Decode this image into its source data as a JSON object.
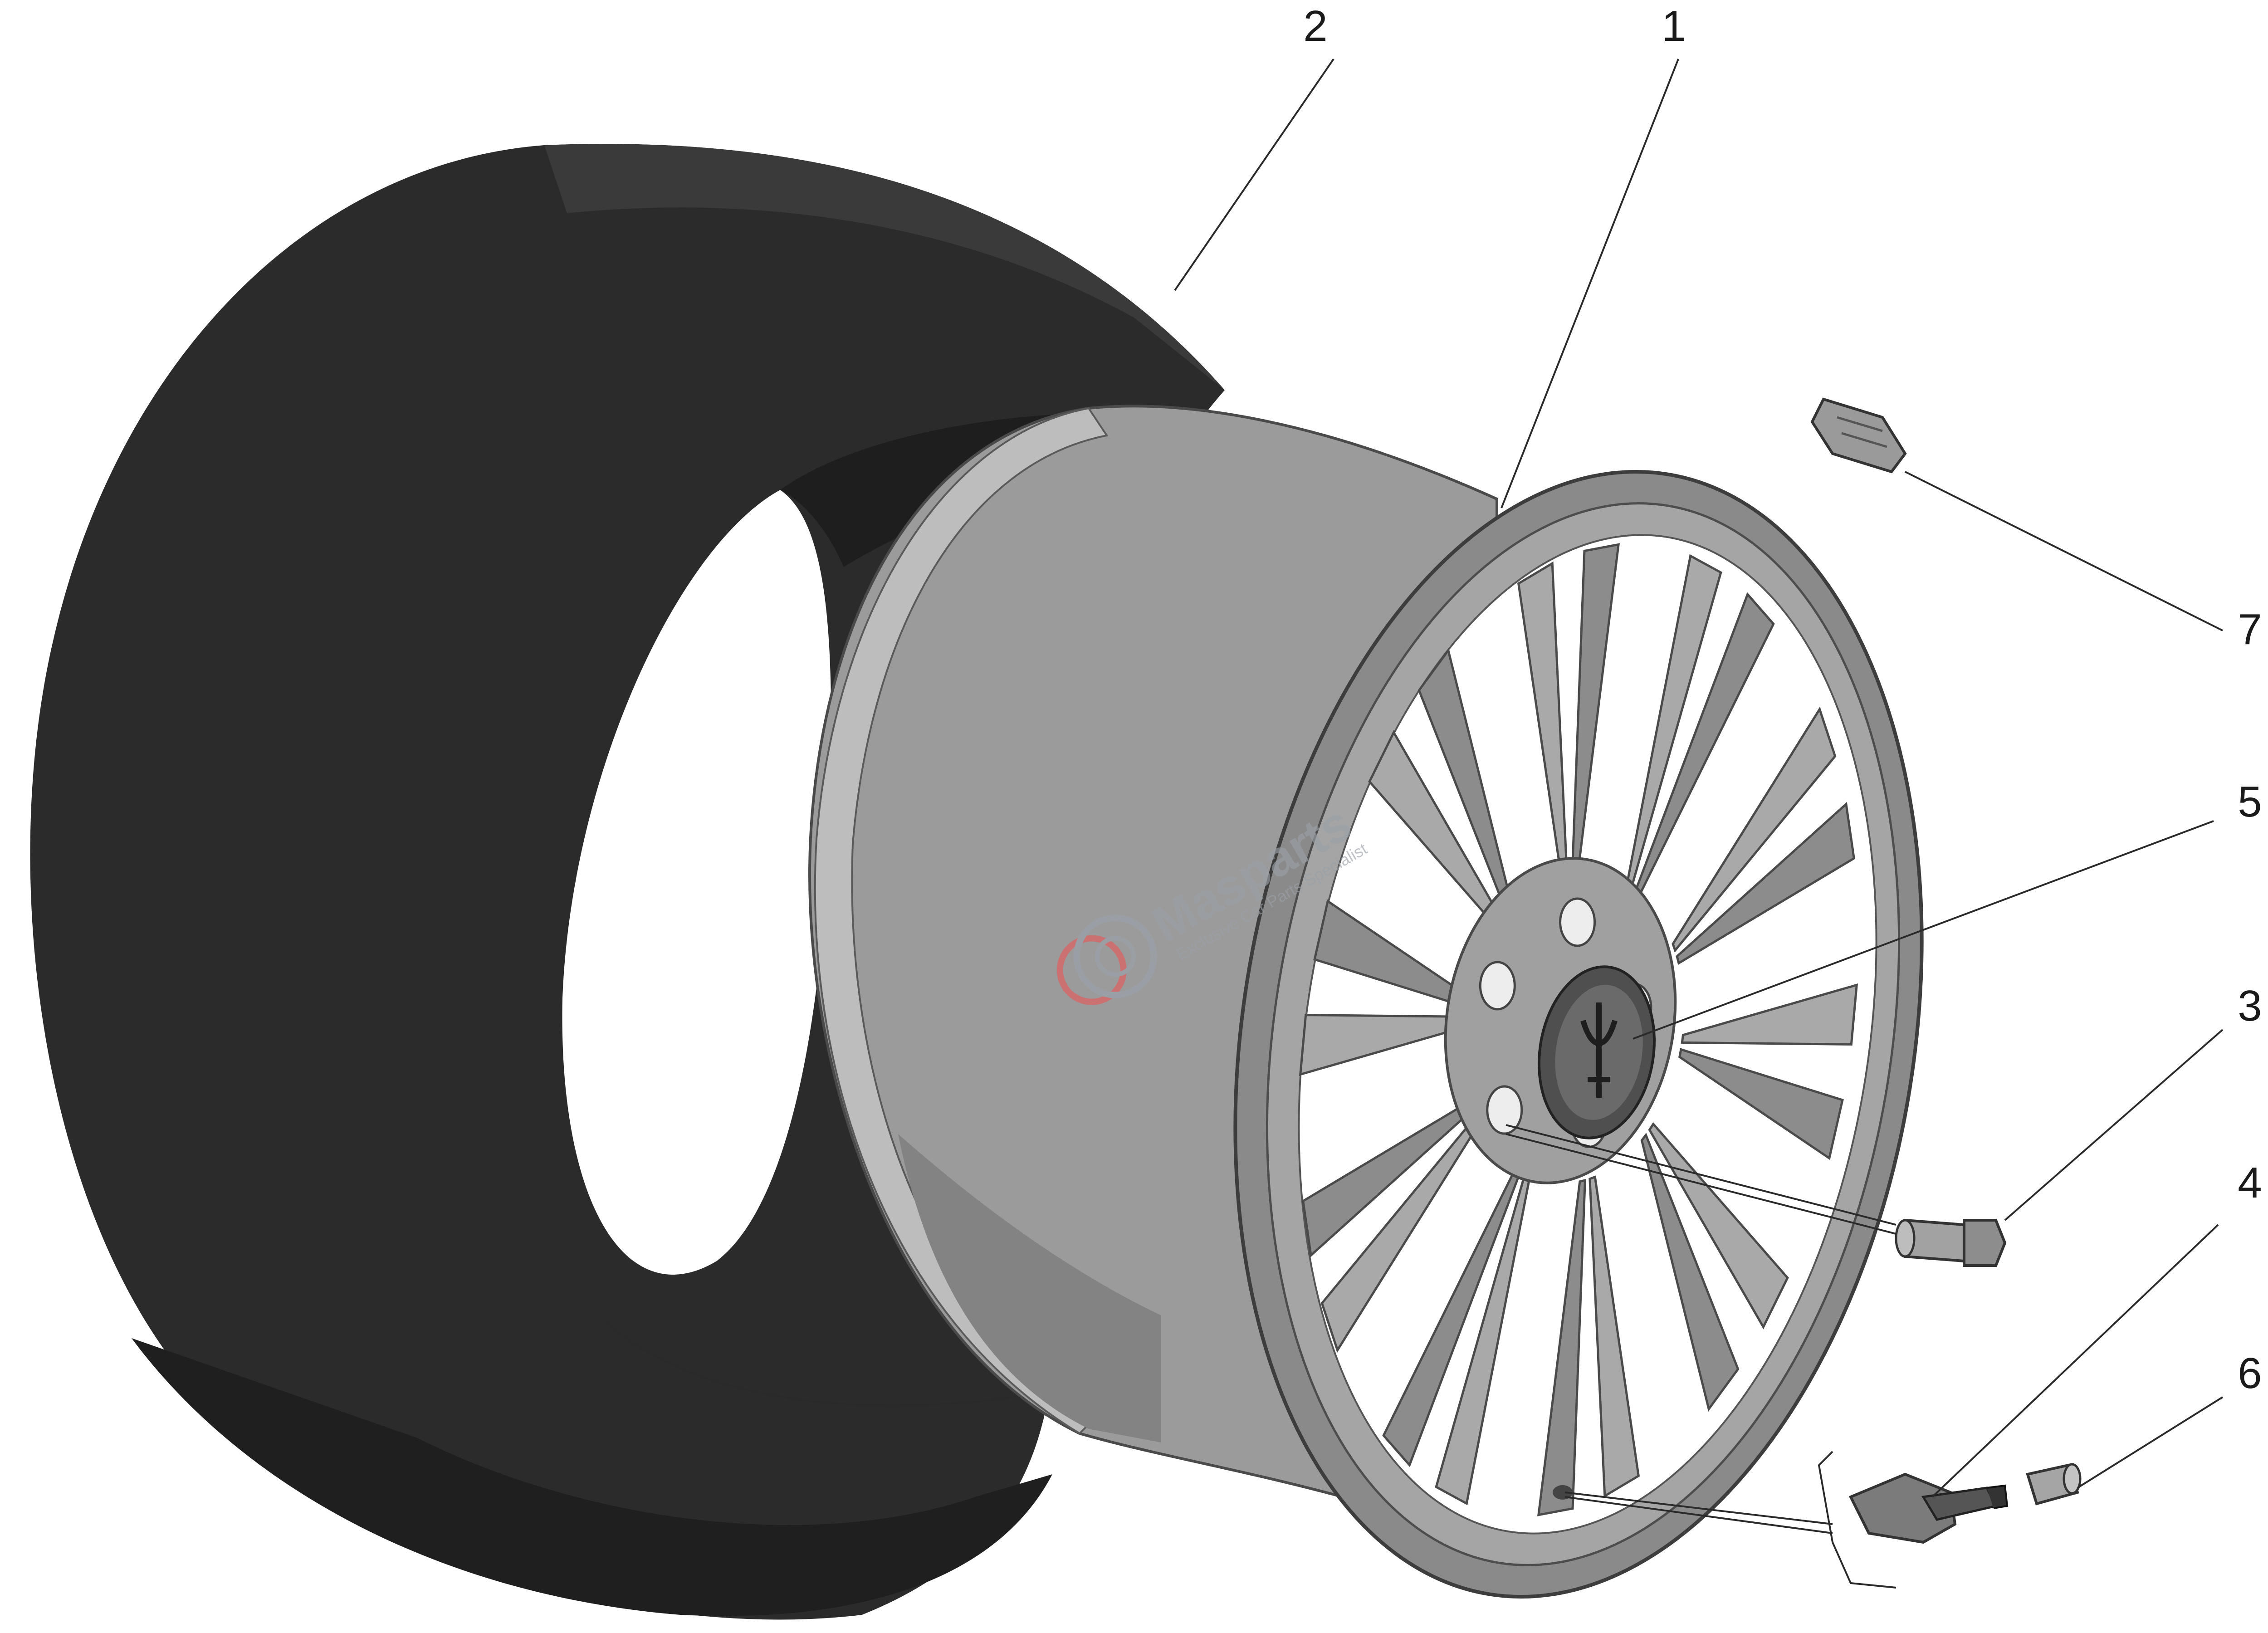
{
  "watermark": {
    "brand": "Masparts",
    "tagline": "Exclusive Car Parts Specialist"
  },
  "callouts": [
    {
      "id": "1",
      "label": "1",
      "part": "rim"
    },
    {
      "id": "2",
      "label": "2",
      "part": "tyre"
    },
    {
      "id": "3",
      "label": "3",
      "part": "wheel-bolt"
    },
    {
      "id": "4",
      "label": "4",
      "part": "tpms-valve-sensor"
    },
    {
      "id": "5",
      "label": "5",
      "part": "centre-cap"
    },
    {
      "id": "6",
      "label": "6",
      "part": "valve-cap"
    },
    {
      "id": "7",
      "label": "7",
      "part": "balance-weight"
    }
  ],
  "colors": {
    "tyre": "#2b2b2b",
    "rim": "#9b9b9b",
    "rim_dark": "#6e6e6e",
    "rim_light": "#bdbdbd"
  }
}
